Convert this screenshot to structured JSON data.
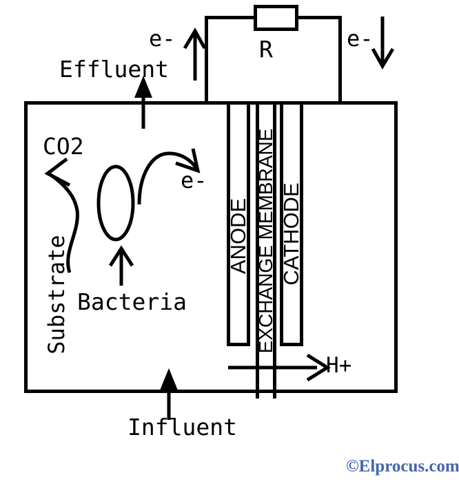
{
  "circuit": {
    "resistor_label": "R",
    "electron_out_label": "e-",
    "electron_in_label": "e-"
  },
  "chamber": {
    "effluent_label": "Effluent",
    "co2_label": "CO2",
    "electron_label": "e-",
    "substrate_label": "Substrate",
    "bacteria_label": "Bacteria",
    "proton_label": "H+",
    "influent_label": "Influent"
  },
  "electrodes": {
    "anode_label": "ANODE",
    "membrane_label": "EXCHANGE MEMBRANE",
    "cathode_label": "CATHODE"
  },
  "watermark": {
    "text": "©Elprocus.com"
  },
  "colors": {
    "stroke": "#000000",
    "bg": "#ffffff",
    "watermark": "#4565ae"
  }
}
